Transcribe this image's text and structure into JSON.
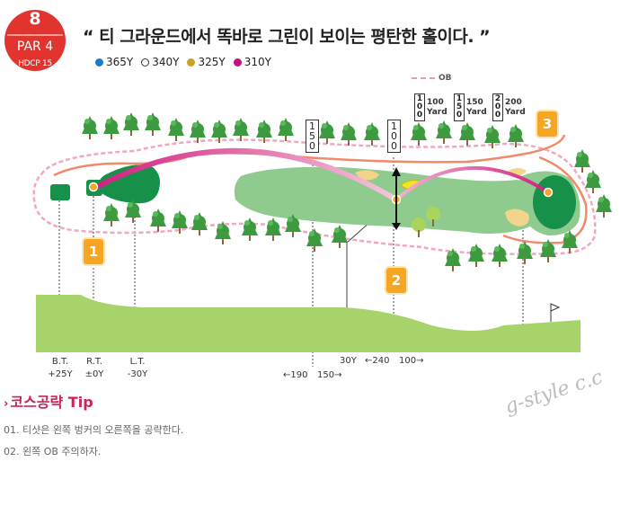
{
  "hole": {
    "number": "8",
    "par": "PAR 4",
    "hdcp": "HDCP 15",
    "badge_color": "#e2342e"
  },
  "headline": "“ 티 그라운드에서 똑바로 그린이 보이는 평탄한 홀이다.  ”",
  "legend": [
    {
      "label": "365Y",
      "color": "#1f78c8",
      "outline": false
    },
    {
      "label": "340Y",
      "color": "#ffffff",
      "outline": true
    },
    {
      "label": "325Y",
      "color": "#c9a227",
      "outline": false
    },
    {
      "label": "310Y",
      "color": "#c0127a",
      "outline": false
    }
  ],
  "ob_legend": "OB",
  "yard_key": [
    {
      "digits": [
        "1",
        "0",
        "0"
      ],
      "label": [
        "100",
        "Yard"
      ]
    },
    {
      "digits": [
        "1",
        "5",
        "0"
      ],
      "label": [
        "150",
        "Yard"
      ]
    },
    {
      "digits": [
        "2",
        "0",
        "0"
      ],
      "label": [
        "200",
        "Yard"
      ]
    }
  ],
  "course_signs": [
    {
      "digits": [
        "1",
        "5",
        "0"
      ]
    },
    {
      "digits": [
        "1",
        "0",
        "0"
      ]
    }
  ],
  "markers": [
    "1",
    "2",
    "3"
  ],
  "tees": [
    {
      "name": "B.T.",
      "offset": "+25Y"
    },
    {
      "name": "R.T.",
      "offset": "±0Y"
    },
    {
      "name": "L.T.",
      "offset": "-30Y"
    }
  ],
  "distances": {
    "d190": "←190",
    "d150": "150→",
    "d30": "30Y",
    "d240": "←240",
    "d100": "100→"
  },
  "tips": {
    "title": "코스공략 Tip",
    "items": [
      "01. 티샷은 왼쪽 벙커의 오른쪽을 공략한다.",
      "02. 왼쪽 OB 주의하자."
    ]
  },
  "watermark": "g-style c.c",
  "colors": {
    "fairway": "#8fca8f",
    "green": "#17904a",
    "rough_line": "#ef8a6b",
    "ob_line": "#f2a7c1",
    "trajectory": "#d11f7f",
    "marker": "#f5a623",
    "profile": "#a8d36a",
    "tree": "#3e9a3e",
    "bunker": "#f2d58a"
  }
}
